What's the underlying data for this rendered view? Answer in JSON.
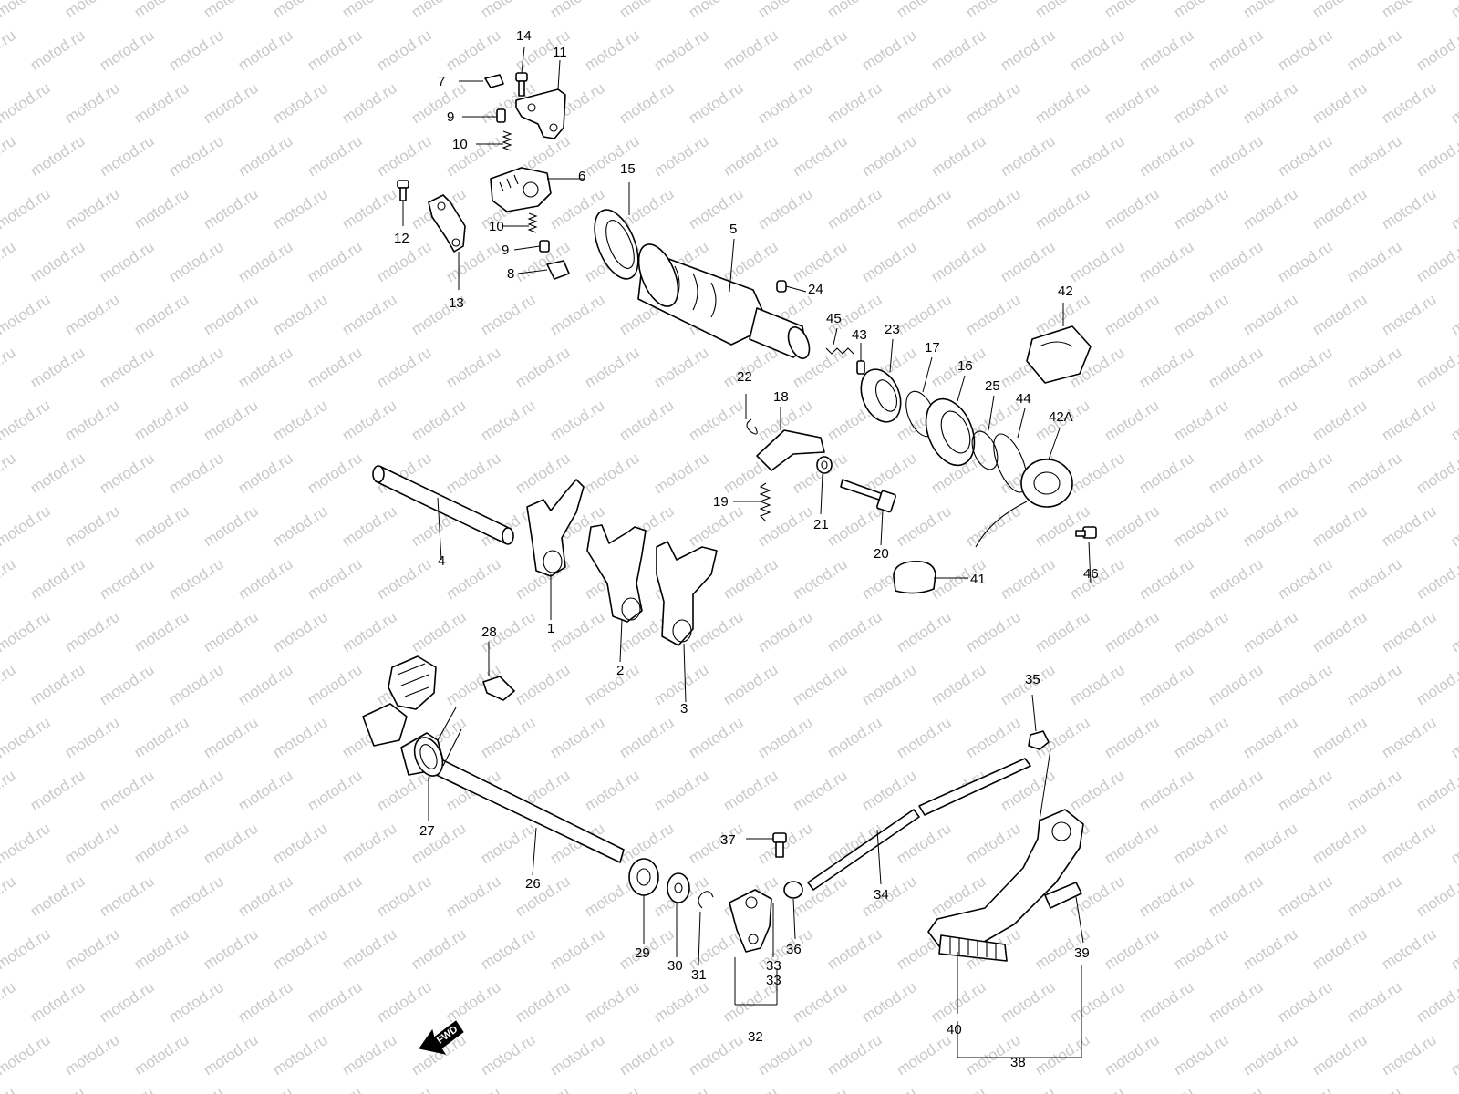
{
  "diagram": {
    "watermark_text": "motod.ru",
    "fwd_label": "FWD",
    "callouts": {
      "c1": "1",
      "c2": "2",
      "c3": "3",
      "c4": "4",
      "c5": "5",
      "c6": "6",
      "c7": "7",
      "c8": "8",
      "c9a": "9",
      "c9b": "9",
      "c10a": "10",
      "c10b": "10",
      "c11": "11",
      "c12": "12",
      "c13": "13",
      "c14": "14",
      "c15": "15",
      "c16": "16",
      "c17": "17",
      "c18": "18",
      "c19": "19",
      "c20": "20",
      "c21": "21",
      "c22": "22",
      "c23": "23",
      "c24": "24",
      "c25": "25",
      "c26": "26",
      "c27": "27",
      "c28": "28",
      "c29": "29",
      "c30": "30",
      "c31": "31",
      "c32": "32",
      "c33a": "33",
      "c33b": "33",
      "c34": "34",
      "c35": "35",
      "c36": "36",
      "c37": "37",
      "c38": "38",
      "c39": "39",
      "c40": "40",
      "c41": "41",
      "c42": "42",
      "c42a": "42A",
      "c43": "43",
      "c44": "44",
      "c45": "45",
      "c46": "46"
    }
  }
}
